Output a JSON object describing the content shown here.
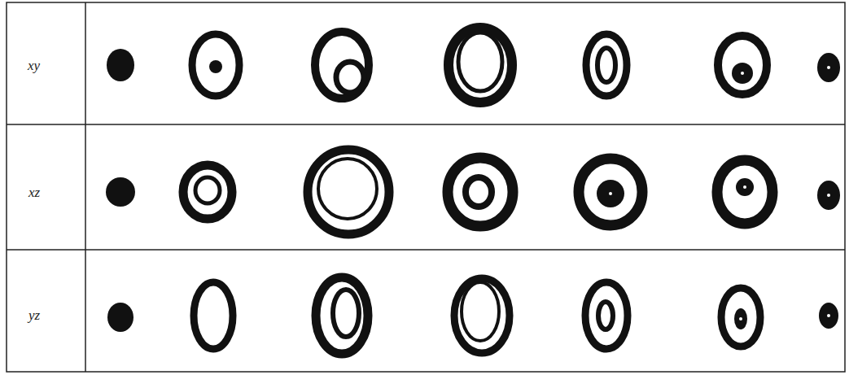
{
  "diagram": {
    "labels": [
      "xy",
      "xz",
      "yz"
    ]
  }
}
